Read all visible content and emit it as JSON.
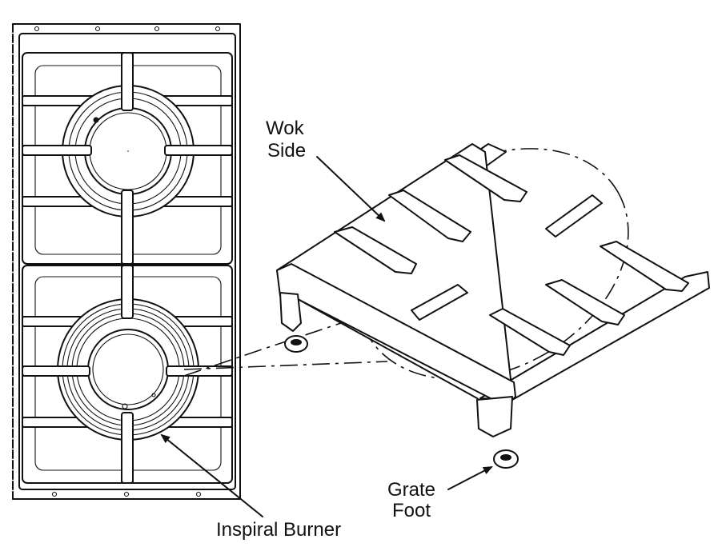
{
  "diagram": {
    "callouts": {
      "wok_side": {
        "line1": "Wok",
        "line2": "Side"
      },
      "grate_foot": {
        "line1": "Grate",
        "line2": "Foot"
      },
      "inspiral_burner": {
        "text": "Inspiral Burner"
      }
    },
    "colors": {
      "ink": "#111111",
      "background": "#ffffff"
    }
  }
}
